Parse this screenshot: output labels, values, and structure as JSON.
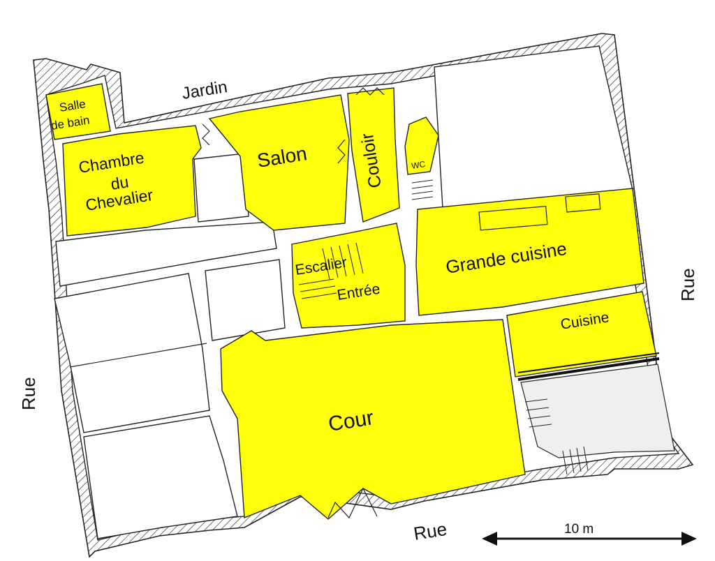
{
  "labels": {
    "jardin": "Jardin",
    "salle_de_bain_1": "Salle",
    "salle_de_bain_2": "de bain",
    "chambre_1": "Chambre",
    "chambre_2": "du",
    "chambre_3": "Chevalier",
    "salon": "Salon",
    "couloir": "Couloir",
    "wc": "WC",
    "escalier": "Escalier",
    "entree": "Entrée",
    "grande_cuisine": "Grande cuisine",
    "cuisine": "Cuisine",
    "cour": "Cour",
    "rue_gauche": "Rue",
    "rue_droite": "Rue",
    "rue_bas": "Rue"
  },
  "scale": {
    "label": "10 m"
  },
  "colors": {
    "room_highlight": "#ffff0a",
    "wall": "#222222"
  }
}
